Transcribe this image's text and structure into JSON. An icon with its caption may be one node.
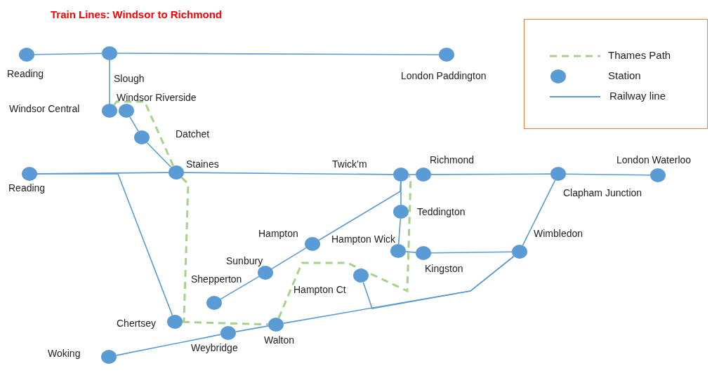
{
  "diagram": {
    "title": "Train Lines: Windsor to Richmond",
    "nodes": [
      {
        "text": [
          "Reading"
        ]
      },
      {
        "text": [
          "Slough"
        ]
      },
      {
        "text": [
          "London Paddington"
        ]
      },
      {
        "text": [
          "Windsor Central"
        ]
      },
      {
        "text": [
          "Windsor Riverside"
        ]
      },
      {
        "text": [
          "Datchet"
        ]
      },
      {
        "text": [
          "Staines"
        ]
      },
      {
        "text": [
          "Reading"
        ]
      },
      {
        "text": [
          "Twick’m"
        ]
      },
      {
        "text": [
          "Richmond"
        ]
      },
      {
        "text": [
          "Clapham Junction"
        ]
      },
      {
        "text": [
          "London Waterloo"
        ]
      },
      {
        "text": [
          "Teddington"
        ]
      },
      {
        "text": [
          "Hampton"
        ]
      },
      {
        "text": [
          "Hampton Wick"
        ]
      },
      {
        "text": [
          "Kingston"
        ]
      },
      {
        "text": [
          "Wimbledon"
        ]
      },
      {
        "text": [
          "Sunbury"
        ]
      },
      {
        "text": [
          "Hampton Ct"
        ]
      },
      {
        "text": [
          "Shepperton"
        ]
      },
      {
        "text": [
          "Chertsey"
        ]
      },
      {
        "text": [
          "Weybridge"
        ]
      },
      {
        "text": [
          "Walton"
        ]
      },
      {
        "text": [
          "Woking"
        ]
      }
    ],
    "edges": [
      {
        "from": 0,
        "to": 1,
        "arrow": "none"
      },
      {
        "from": 1,
        "to": 2,
        "arrow": "none"
      },
      {
        "from": 1,
        "to": 3,
        "arrow": "none"
      },
      {
        "from": 4,
        "to": 5,
        "arrow": "none"
      },
      {
        "from": 5,
        "to": 6,
        "arrow": "none"
      },
      {
        "from": 7,
        "to": 6,
        "arrow": "none"
      },
      {
        "from": 6,
        "to": 8,
        "arrow": "none"
      },
      {
        "from": 8,
        "to": 9,
        "arrow": "none"
      },
      {
        "from": 9,
        "to": 10,
        "arrow": "none"
      },
      {
        "from": 10,
        "to": 11,
        "arrow": "none"
      },
      {
        "from": 8,
        "to": 12,
        "arrow": "none"
      },
      {
        "from": 12,
        "to": 14,
        "arrow": "none"
      },
      {
        "from": 14,
        "to": 15,
        "arrow": "none"
      },
      {
        "from": 15,
        "to": 16,
        "arrow": "none"
      },
      {
        "from": 16,
        "to": 10,
        "arrow": "none"
      },
      {
        "from": 8,
        "to": 13,
        "arrow": "none"
      },
      {
        "from": 13,
        "to": 17,
        "arrow": "none"
      },
      {
        "from": 17,
        "to": 19,
        "arrow": "none"
      },
      {
        "from": 7,
        "to": 20,
        "arrow": "none"
      },
      {
        "from": 23,
        "to": 21,
        "arrow": "none"
      },
      {
        "from": 21,
        "to": 22,
        "arrow": "none"
      },
      {
        "from": 22,
        "to": 16,
        "arrow": "none"
      },
      {
        "from": 18,
        "to": 16,
        "arrow": "none"
      },
      {
        "from": 3,
        "to": 6,
        "arrow": "none",
        "style": "dashed",
        "color": "#a9d18e"
      },
      {
        "from": 6,
        "to": 20,
        "arrow": "none",
        "style": "dashed",
        "color": "#a9d18e"
      },
      {
        "from": 20,
        "to": 22,
        "arrow": "none",
        "style": "dashed",
        "color": "#a9d18e"
      },
      {
        "from": 22,
        "to": 8,
        "arrow": "none",
        "style": "dashed",
        "color": "#a9d18e"
      }
    ],
    "legend": [
      {
        "text": "Thames Path"
      },
      {
        "text": "Station"
      },
      {
        "text": "Railway line"
      }
    ]
  }
}
